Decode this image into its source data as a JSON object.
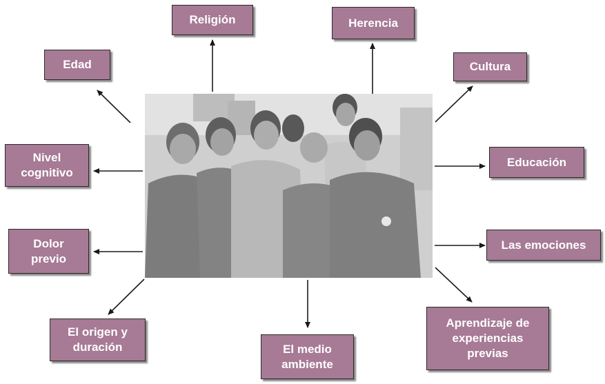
{
  "colors": {
    "box_fill": "#a77a95",
    "box_border": "#2a2a2a",
    "arrow": "#1a1a1a"
  },
  "center": {
    "image": "group-photo-of-nursing-staff"
  },
  "factors": {
    "religion": "Religión",
    "herencia": "Herencia",
    "edad": "Edad",
    "cultura": "Cultura",
    "nivel_cognitivo": "Nivel\ncognitivo",
    "educacion": "Educación",
    "dolor_previo": "Dolor\nprevio",
    "emociones": "Las emociones",
    "origen_duracion": "El origen y\nduración",
    "medio_ambiente": "El medio\nambiente",
    "aprendizaje": "Aprendizaje de\nexperiencias\nprevias"
  }
}
